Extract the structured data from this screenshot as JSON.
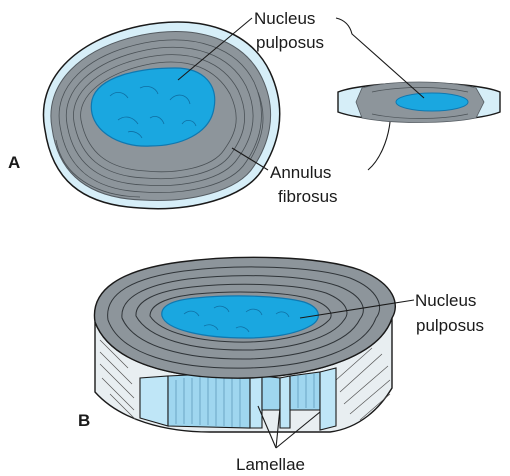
{
  "panels": {
    "a": "A",
    "b": "B"
  },
  "labels": {
    "a_nucleus_line1": "Nucleus",
    "a_nucleus_line2": "pulposus",
    "a_annulus_line1": "Annulus",
    "a_annulus_line2": "fibrosus",
    "b_nucleus_line1": "Nucleus",
    "b_nucleus_line2": "pulposus",
    "b_lamellae": "Lamellae"
  },
  "colors": {
    "annulus_gray": "#8d959b",
    "annulus_dark": "#545b61",
    "nucleus_blue": "#1aa7e0",
    "nucleus_dark": "#0f78b0",
    "cut_face_blue": "#bfe6f7",
    "outline": "#1a1a1a"
  }
}
